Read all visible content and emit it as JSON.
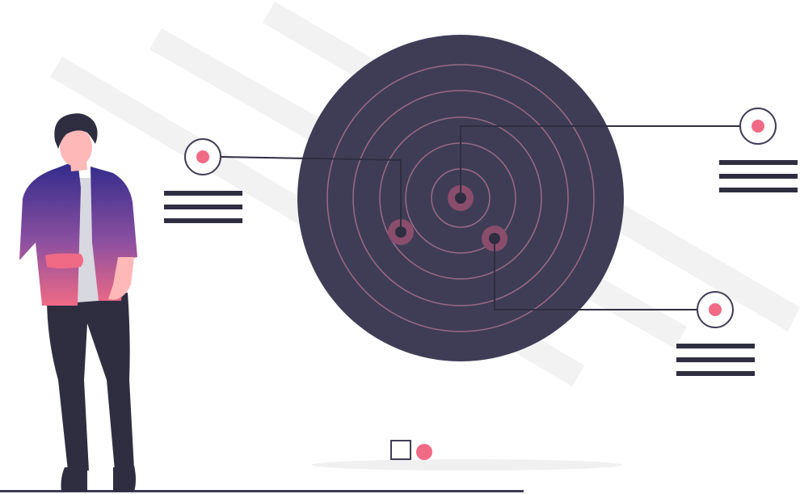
{
  "illustration": {
    "subject": "person-beside-radar",
    "colors": {
      "radar_disc": "#3f3d56",
      "radar_rings": "#9a6a86",
      "accent": "#f06a85",
      "dark": "#2f2e41",
      "background_stripes": "#f2f2f2",
      "floor_shadow": "#f0f0f0",
      "jacket_top": "#2e2a8a",
      "jacket_bottom": "#f06a85",
      "skin": "#ffb8b8",
      "shirt": "#d8d8e0"
    },
    "icons": [
      "radar-target",
      "location-marker",
      "text-lines",
      "square-outline",
      "dot"
    ]
  }
}
